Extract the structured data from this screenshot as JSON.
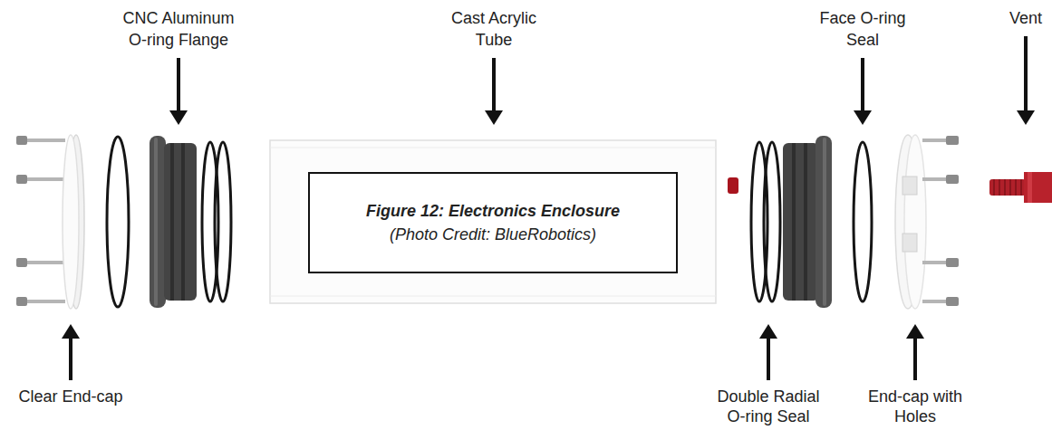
{
  "diagram": {
    "nodes": [
      {
        "text": [
          "Figure 12: Electronics Enclosure",
          "(Photo Credit: BlueRobotics)"
        ]
      }
    ],
    "labels": [
      "CNC Aluminum O-ring Flange",
      "Cast Acrylic Tube",
      "Face O-ring Seal",
      "Vent",
      "Clear End-cap",
      "Double Radial O-ring Seal",
      "End-cap with Holes"
    ]
  }
}
